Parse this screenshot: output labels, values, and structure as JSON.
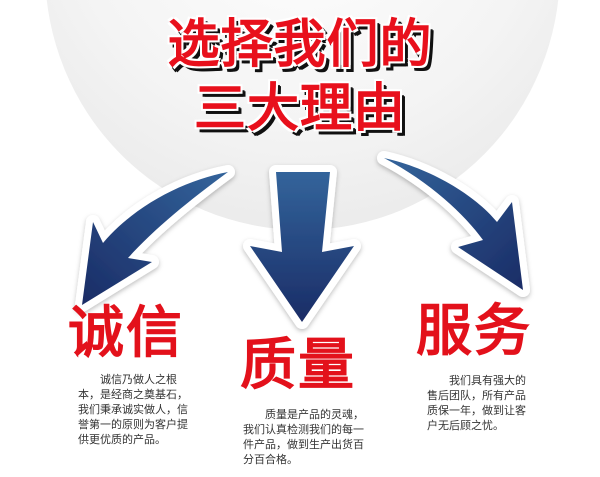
{
  "title": {
    "line1": "选择我们的",
    "line2": "三大理由"
  },
  "colors": {
    "title_red": "#e8101c",
    "heading_red": "#e3111b",
    "arrow_blue_light": "#2f5c93",
    "arrow_blue_dark": "#1b2f6a",
    "background_circle": "#eeeeee"
  },
  "reasons": [
    {
      "heading": "诚信",
      "icon": "curved-arrow-down-left-icon",
      "text": "诚信乃做人之根本，是经商之奠基石，我们秉承诚实做人，信誉第一的原则为客户提供更优质的产品。"
    },
    {
      "heading": "质量",
      "icon": "arrow-down-icon",
      "text": "质量是产品的灵魂，我们认真检测我们的每一件产品，做到生产出货百分百合格。"
    },
    {
      "heading": "服务",
      "icon": "curved-arrow-down-right-icon",
      "text": "我们具有强大的售后团队，所有产品质保一年，做到让客户无后顾之忧。"
    }
  ]
}
